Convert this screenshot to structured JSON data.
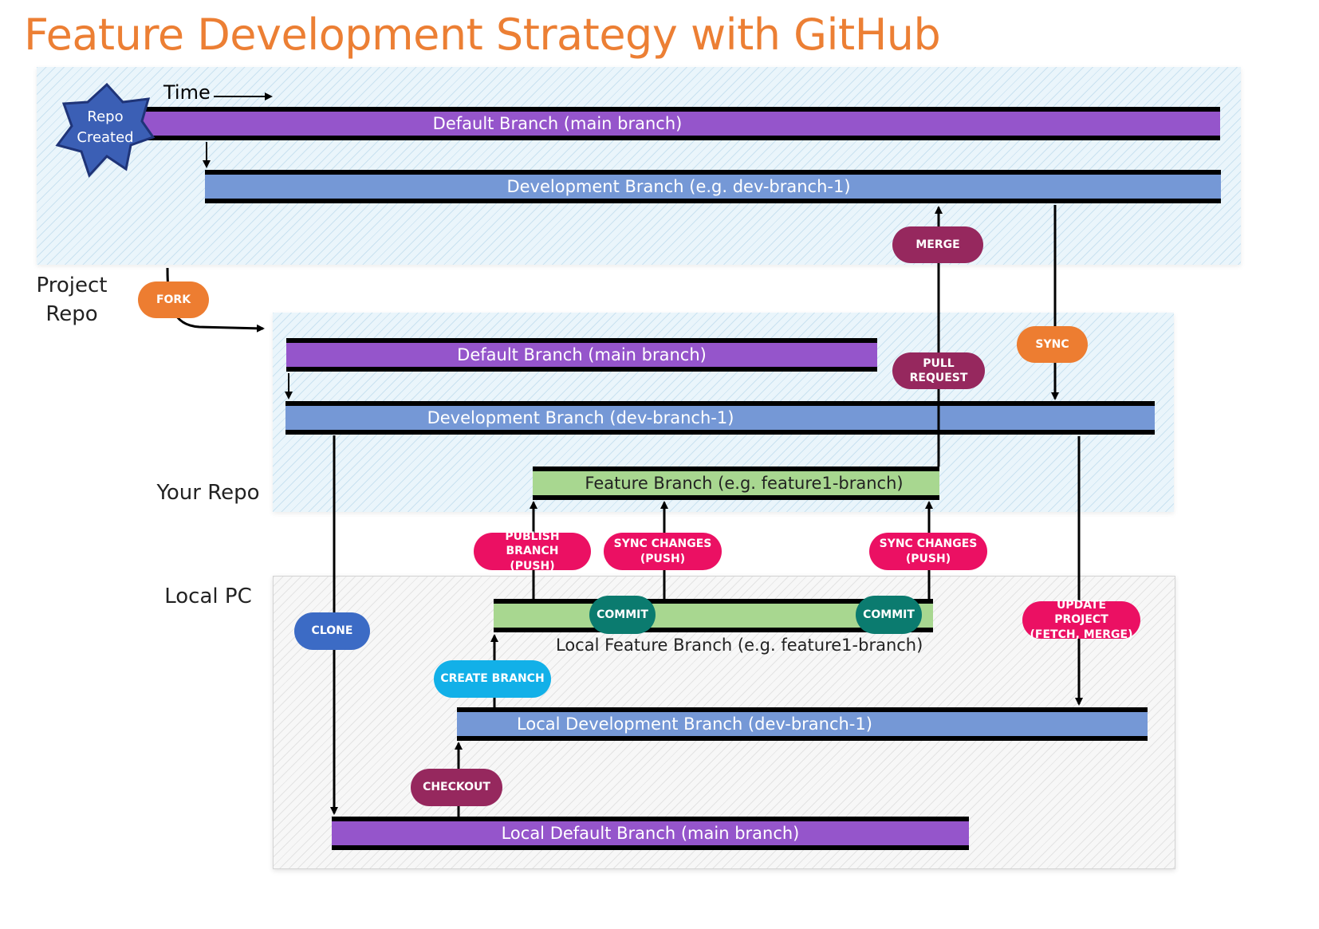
{
  "title": "Feature Development Strategy with GitHub",
  "time_label": "Time",
  "badge": {
    "line1": "Repo",
    "line2": "Created"
  },
  "lanes": {
    "project": {
      "line1": "Project",
      "line2": "Repo"
    },
    "your": "Your Repo",
    "local": "Local PC"
  },
  "branches": {
    "project_default": "Default Branch (main  branch)",
    "project_dev": "Development Branch (e.g. dev-branch-1)",
    "your_default": "Default Branch (main  branch)",
    "your_dev": "Development Branch (dev-branch-1)",
    "your_feature": "Feature Branch (e.g. feature1-branch)",
    "local_feature": "Local Feature Branch (e.g. feature1-branch)",
    "local_dev": "Local Development Branch (dev-branch-1)",
    "local_default": "Local Default Branch (main branch)"
  },
  "actions": {
    "fork": "FORK",
    "merge": "MERGE",
    "sync": "SYNC",
    "pull_request": "PULL REQUEST",
    "publish_1": "PUBLISH BRANCH",
    "publish_2": "(PUSH)",
    "sync_changes_a_1": "SYNC CHANGES",
    "sync_changes_a_2": "(PUSH)",
    "sync_changes_b_1": "SYNC CHANGES",
    "sync_changes_b_2": "(PUSH)",
    "commit_a": "COMMIT",
    "commit_b": "COMMIT",
    "update_1": "UPDATE PROJECT",
    "update_2": "(FETCH, MERGE)",
    "clone": "CLONE",
    "create_branch": "CREATE BRANCH",
    "checkout": "CHECKOUT"
  },
  "colors": {
    "title": "#ec7f34",
    "main_branch": "#9555cb",
    "dev_branch": "#7598d6",
    "feature_branch": "#a8d790",
    "fork": "#ed7d31",
    "merge": "#96285e",
    "push": "#eb1063",
    "commit": "#0b7b6f",
    "clone": "#3c6bc5",
    "create_branch": "#12b0e8",
    "badge": "#3b5fb5"
  }
}
